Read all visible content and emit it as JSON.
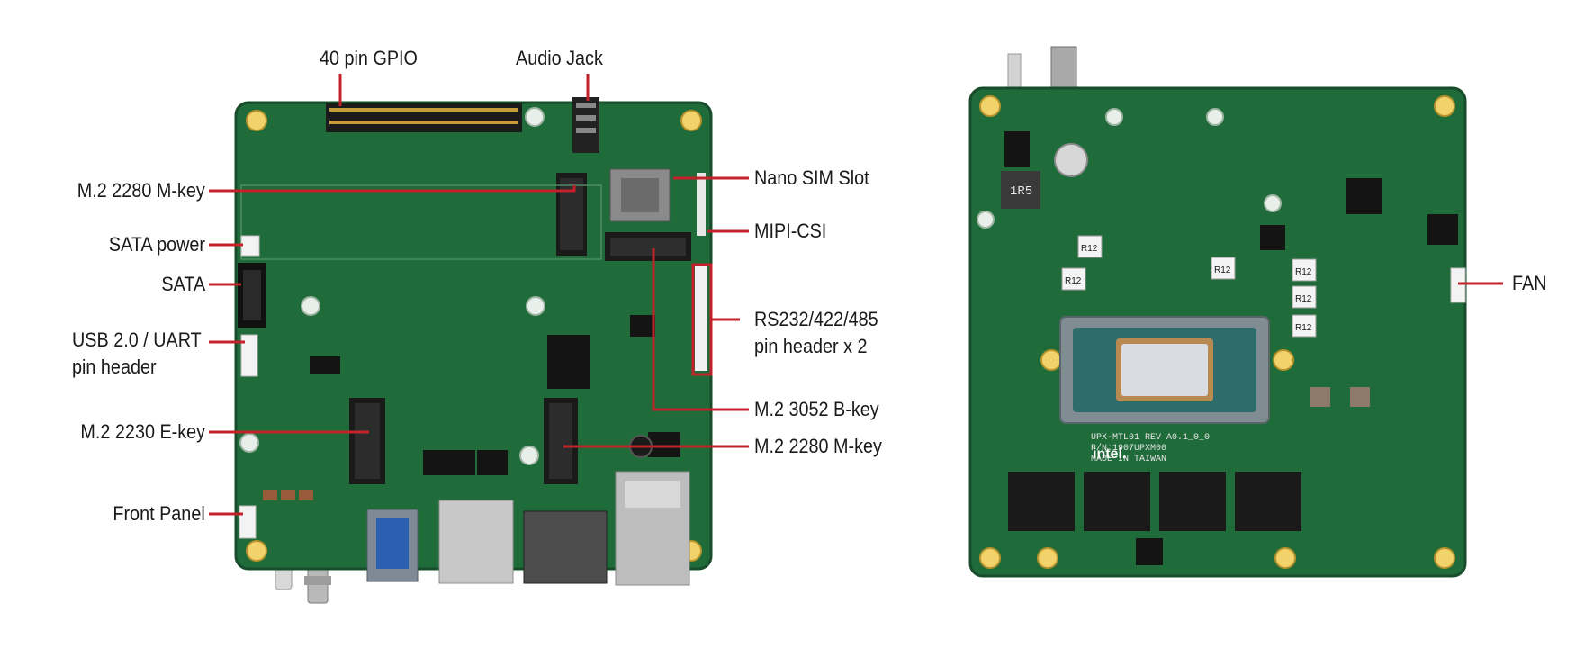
{
  "colors": {
    "pcb": "#1f6b3a",
    "pcb_dark": "#184f2b",
    "callout": "#c4222b",
    "label_text": "#1a1a1a"
  },
  "front_board": {
    "callouts_top": [
      "40 pin GPIO",
      "Audio Jack"
    ],
    "callouts_left": [
      "M.2 2280 M-key",
      "SATA power",
      "SATA",
      "USB 2.0 / UART",
      "pin header",
      "M.2 2230 E-key",
      "Front Panel"
    ],
    "callouts_right": [
      "Nano SIM Slot",
      "MIPI-CSI",
      "RS232/422/485",
      "pin header x 2",
      "M.2 3052 B-key",
      "M.2 2280 M-key"
    ]
  },
  "back_board": {
    "callouts_right": [
      "FAN"
    ],
    "silkscreen": {
      "model": "UPX-MTL01 REV A0.1_0_0",
      "pn": "P/N:1907UPXM00",
      "origin": "MADE IN TAIWAN",
      "brand": "intel.",
      "inductor": "1R5",
      "chokes": [
        "R12",
        "R12",
        "R12",
        "R12",
        "R12",
        "R12"
      ]
    }
  }
}
